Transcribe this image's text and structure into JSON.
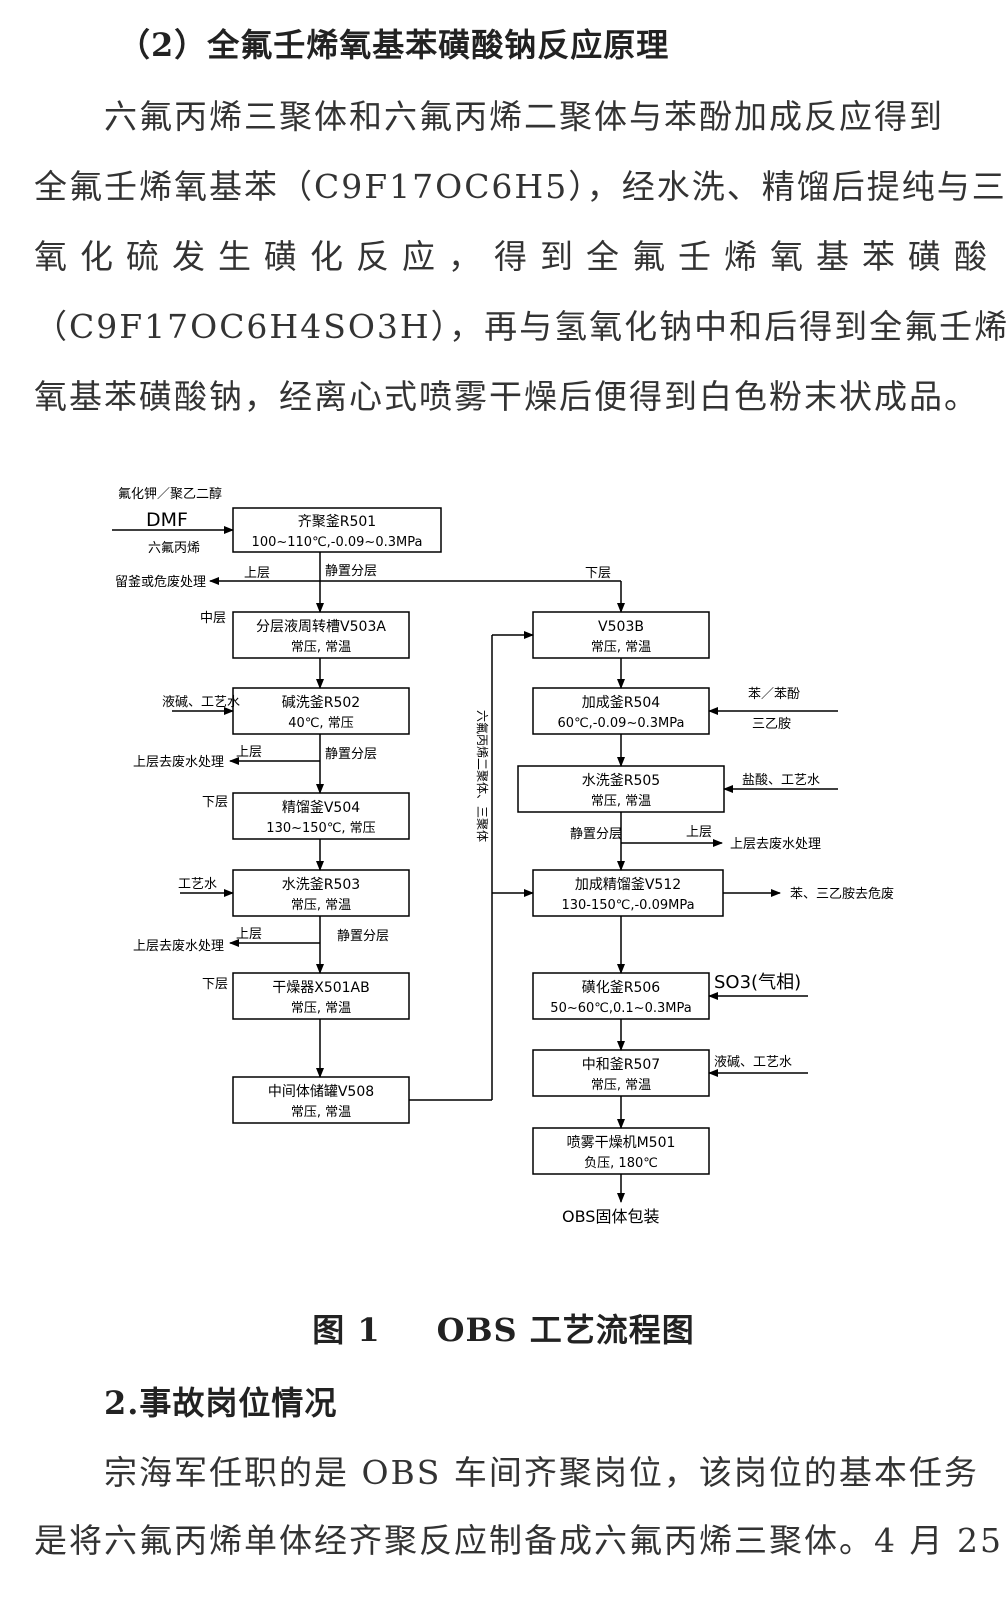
{
  "section": {
    "heading": "（2）全氟壬烯氧基苯磺酸钠反应原理",
    "paragraph_lines": [
      "六氟丙烯三聚体和六氟丙烯二聚体与苯酚加成反应得到",
      "全氟壬烯氧基苯（C9F17OC6H5），经水洗、精馏后提纯与三",
      "氧化硫发生磺化反应，得到全氟壬烯氧基苯磺酸",
      "（C9F17OC6H4SO3H），再与氢氧化钠中和后得到全氟壬烯",
      "氧基苯磺酸钠，经离心式喷雾干燥后便得到白色粉末状成品。"
    ]
  },
  "diagram": {
    "boxes": [
      {
        "id": "r501",
        "line1": "齐聚釜R501",
        "line2": "100~110℃,-0.09~0.3MPa"
      },
      {
        "id": "v503a",
        "line1": "分层液周转槽V503A",
        "line2": "常压, 常温"
      },
      {
        "id": "r502",
        "line1": "碱洗釜R502",
        "line2": "40℃, 常压"
      },
      {
        "id": "v504",
        "line1": "精馏釜V504",
        "line2": "130~150℃, 常压"
      },
      {
        "id": "r503",
        "line1": "水洗釜R503",
        "line2": "常压, 常温"
      },
      {
        "id": "x501",
        "line1": "干燥器X501AB",
        "line2": "常压, 常温"
      },
      {
        "id": "v508",
        "line1": "中间体储罐V508",
        "line2": "常压, 常温"
      },
      {
        "id": "v503b",
        "line1": "V503B",
        "line2": "常压, 常温"
      },
      {
        "id": "r504",
        "line1": "加成釜R504",
        "line2": "60℃,-0.09~0.3MPa"
      },
      {
        "id": "r505",
        "line1": "水洗釜R505",
        "line2": "常压, 常温"
      },
      {
        "id": "v512",
        "line1": "加成精馏釜V512",
        "line2": "130-150℃,-0.09MPa"
      },
      {
        "id": "r506",
        "line1": "磺化釜R506",
        "line2": "50~60℃,0.1~0.3MPa"
      },
      {
        "id": "r507",
        "line1": "中和釜R507",
        "line2": "常压, 常温"
      },
      {
        "id": "m501",
        "line1": "喷雾干燥机M501",
        "line2": "负压, 180℃"
      }
    ],
    "labels": {
      "in_r501_a": "氟化钾／聚乙二醇",
      "in_r501_b": "DMF",
      "in_r501_c": "六氟丙烯",
      "out_r501_upper": "上层",
      "out_r501_dest": "留釜或危废处理",
      "r501_settle": "静置分层",
      "r501_lower": "下层",
      "v503a_mid": "中层",
      "in_r502": "液碱、工艺水",
      "r502_upper": "上层",
      "r502_settle": "静置分层",
      "r502_dest": "上层去废水处理",
      "v504_lower": "下层",
      "in_r503": "工艺水",
      "r503_upper": "上层",
      "r503_settle": "静置分层",
      "r503_dest": "上层去废水处理",
      "x501_lower": "下层",
      "return_line": "六氟丙烯二聚体、三聚体",
      "in_r504_a": "苯／苯酚",
      "in_r504_b": "三乙胺",
      "in_r505": "盐酸、工艺水",
      "r505_settle": "静置分层",
      "r505_upper": "上层",
      "r505_dest": "上层去废水处理",
      "v512_out": "苯、三乙胺去危废",
      "in_r506": "SO3(气相)",
      "in_r507": "液碱、工艺水",
      "product": "OBS固体包装"
    }
  },
  "figure_caption": {
    "number": "图 1",
    "title": "OBS 工艺流程图"
  },
  "section2": {
    "heading": "2.事故岗位情况",
    "paragraph_lines": [
      "宗海军任职的是 OBS 车间齐聚岗位，该岗位的基本任务",
      "是将六氟丙烯单体经齐聚反应制备成六氟丙烯三聚体。4 月 25"
    ]
  }
}
